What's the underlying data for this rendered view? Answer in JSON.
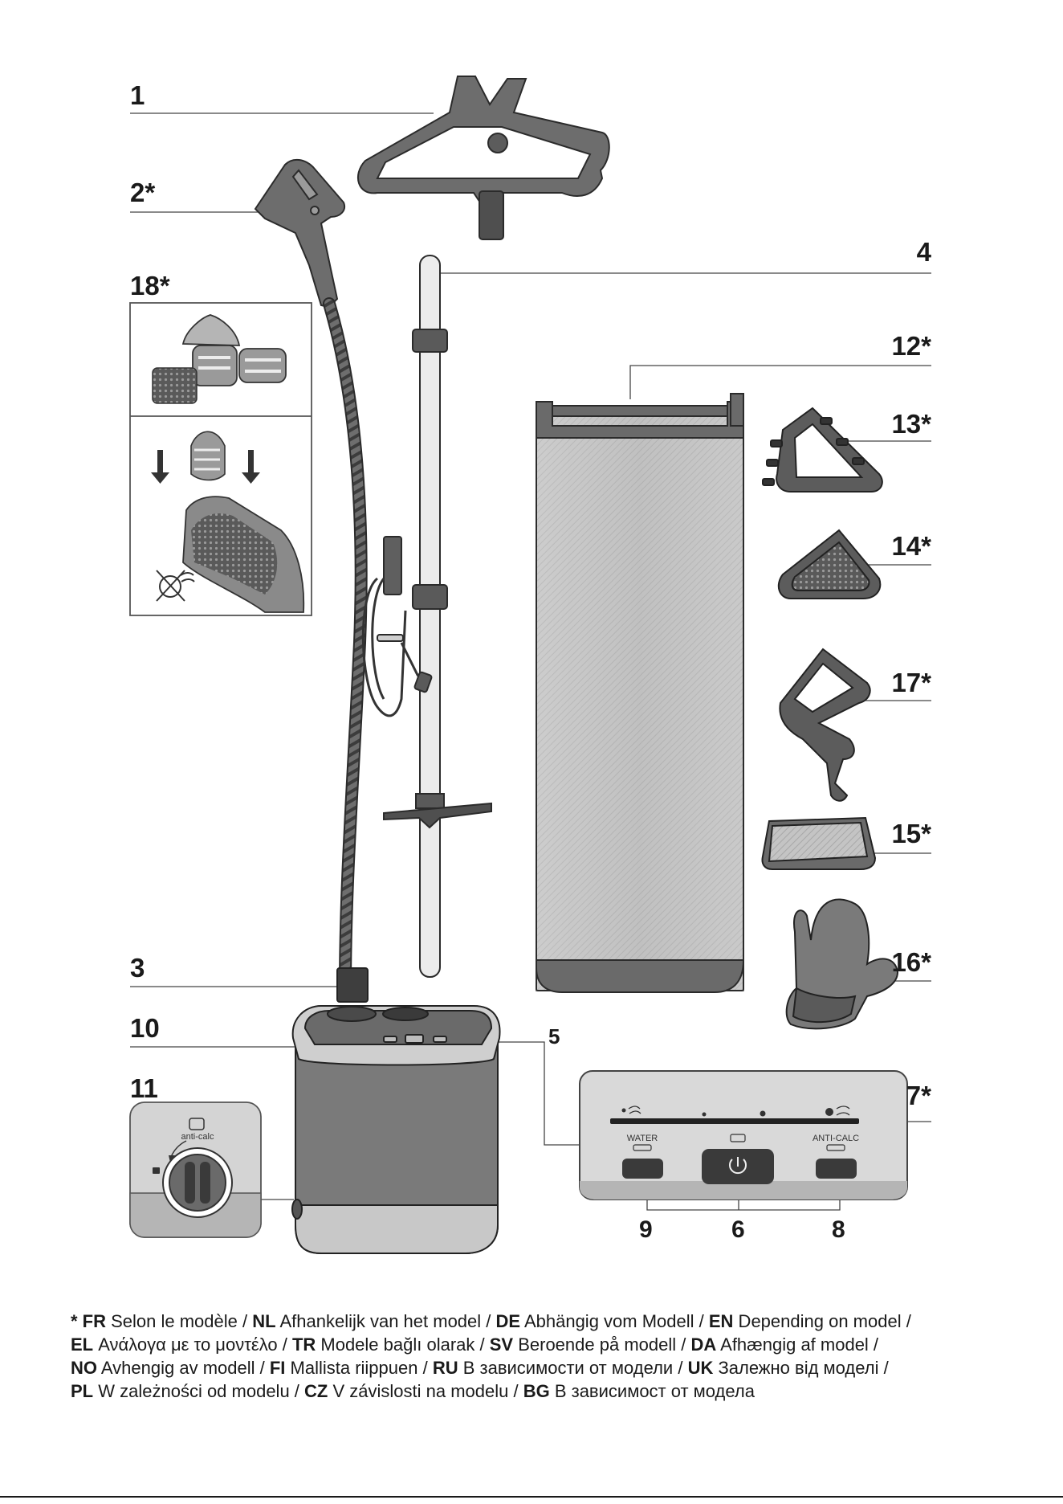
{
  "callouts": {
    "c1": "1",
    "c2": "2*",
    "c18": "18*",
    "c4": "4",
    "c12": "12*",
    "c13": "13*",
    "c14": "14*",
    "c17": "17*",
    "c15": "15*",
    "c16": "16*",
    "c3": "3",
    "c10": "10",
    "c5": "5",
    "c11": "11",
    "c7": "7*",
    "c9": "9",
    "c6": "6",
    "c8": "8"
  },
  "panel": {
    "water_label": "WATER",
    "anticalc_label": "ANTI-CALC",
    "knob_label": "anti-calc"
  },
  "footnote": [
    [
      {
        "code": "* FR",
        "text": " Selon le modèle / "
      },
      {
        "code": "NL",
        "text": " Afhankelijk van het model / "
      },
      {
        "code": "DE",
        "text": " Abhängig vom Modell / "
      },
      {
        "code": "EN",
        "text": " Depending on model /"
      }
    ],
    [
      {
        "code": "EL",
        "text": " Ανάλογα με το μοντέλο / "
      },
      {
        "code": "TR",
        "text": " Modele bağlı olarak / "
      },
      {
        "code": "SV",
        "text": " Beroende på modell / "
      },
      {
        "code": "DA",
        "text": " Afhængig af model /"
      }
    ],
    [
      {
        "code": "NO",
        "text": " Avhengig av modell / "
      },
      {
        "code": "FI",
        "text": " Mallista riippuen / "
      },
      {
        "code": "RU",
        "text": " В зависимости от модели / "
      },
      {
        "code": "UK",
        "text": " Залежно від моделі /"
      }
    ],
    [
      {
        "code": "PL",
        "text": " W zależności od modelu / "
      },
      {
        "code": "CZ",
        "text": " V závislosti na modelu / "
      },
      {
        "code": "BG",
        "text": " В зависимост от модела"
      }
    ]
  ],
  "colors": {
    "part_dark": "#6a6a6a",
    "part_mid": "#8c8c8c",
    "part_light": "#c9c9c9",
    "outline": "#2b2b2b"
  }
}
